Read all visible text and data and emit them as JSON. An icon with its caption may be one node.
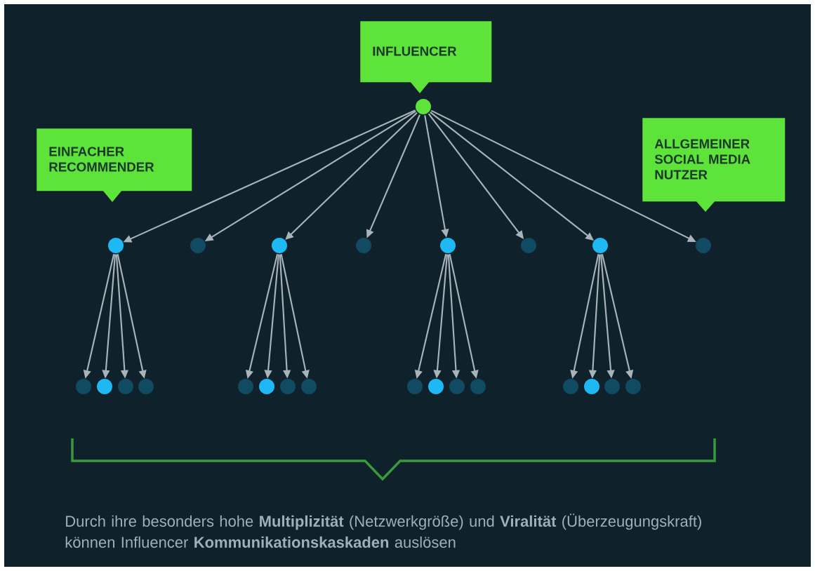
{
  "diagram": {
    "caption": "Durch ihre besonders hohe **Multiplizität** (Netzwerkgröße) und **Viralität** (Überzeugungskraft) können Influencer **Kommunikationskaskaden** auslösen",
    "nodes": [
      {
        "text": [
          "INFLUENCER"
        ]
      },
      {
        "text": [
          "EINFACHER RECOMMENDER"
        ]
      },
      {
        "text": [
          "ALLGEMEINER SOCIAL MEDIA NUTZER"
        ]
      },
      {
        "text": [],
        "shape": "circle"
      },
      {
        "text": [],
        "shape": "circle"
      },
      {
        "text": [],
        "shape": "circle"
      },
      {
        "text": [],
        "shape": "circle"
      },
      {
        "text": [],
        "shape": "circle"
      },
      {
        "text": [],
        "shape": "circle"
      },
      {
        "text": [],
        "shape": "circle"
      },
      {
        "text": [],
        "shape": "circle"
      },
      {
        "text": [],
        "shape": "circle"
      },
      {
        "text": [],
        "shape": "circle"
      },
      {
        "text": [],
        "shape": "circle"
      },
      {
        "text": [],
        "shape": "circle"
      },
      {
        "text": [],
        "shape": "circle"
      },
      {
        "text": [],
        "shape": "circle"
      },
      {
        "text": [],
        "shape": "circle"
      },
      {
        "text": [],
        "shape": "circle"
      },
      {
        "text": [],
        "shape": "circle"
      },
      {
        "text": [],
        "shape": "circle"
      },
      {
        "text": [],
        "shape": "circle"
      },
      {
        "text": [],
        "shape": "circle"
      },
      {
        "text": [],
        "shape": "circle"
      },
      {
        "text": [],
        "shape": "circle"
      },
      {
        "text": [],
        "shape": "circle"
      },
      {
        "text": [],
        "shape": "circle"
      },
      {
        "text": [],
        "shape": "circle"
      }
    ],
    "edges": [
      {
        "from": 3,
        "to": 4,
        "arrow": "to"
      },
      {
        "from": 3,
        "to": 5,
        "arrow": "to"
      },
      {
        "from": 3,
        "to": 6,
        "arrow": "to"
      },
      {
        "from": 3,
        "to": 7,
        "arrow": "to"
      },
      {
        "from": 3,
        "to": 8,
        "arrow": "to"
      },
      {
        "from": 3,
        "to": 9,
        "arrow": "to"
      },
      {
        "from": 3,
        "to": 10,
        "arrow": "to"
      },
      {
        "from": 3,
        "to": 11,
        "arrow": "to"
      },
      {
        "from": 4,
        "to": 12,
        "arrow": "to"
      },
      {
        "from": 4,
        "to": 13,
        "arrow": "to"
      },
      {
        "from": 4,
        "to": 14,
        "arrow": "to"
      },
      {
        "from": 4,
        "to": 15,
        "arrow": "to"
      },
      {
        "from": 6,
        "to": 16,
        "arrow": "to"
      },
      {
        "from": 6,
        "to": 17,
        "arrow": "to"
      },
      {
        "from": 6,
        "to": 18,
        "arrow": "to"
      },
      {
        "from": 6,
        "to": 19,
        "arrow": "to"
      },
      {
        "from": 8,
        "to": 20,
        "arrow": "to"
      },
      {
        "from": 8,
        "to": 21,
        "arrow": "to"
      },
      {
        "from": 8,
        "to": 22,
        "arrow": "to"
      },
      {
        "from": 8,
        "to": 23,
        "arrow": "to"
      },
      {
        "from": 10,
        "to": 24,
        "arrow": "to"
      },
      {
        "from": 10,
        "to": 25,
        "arrow": "to"
      },
      {
        "from": 10,
        "to": 26,
        "arrow": "to"
      },
      {
        "from": 10,
        "to": 27,
        "arrow": "to"
      }
    ]
  }
}
